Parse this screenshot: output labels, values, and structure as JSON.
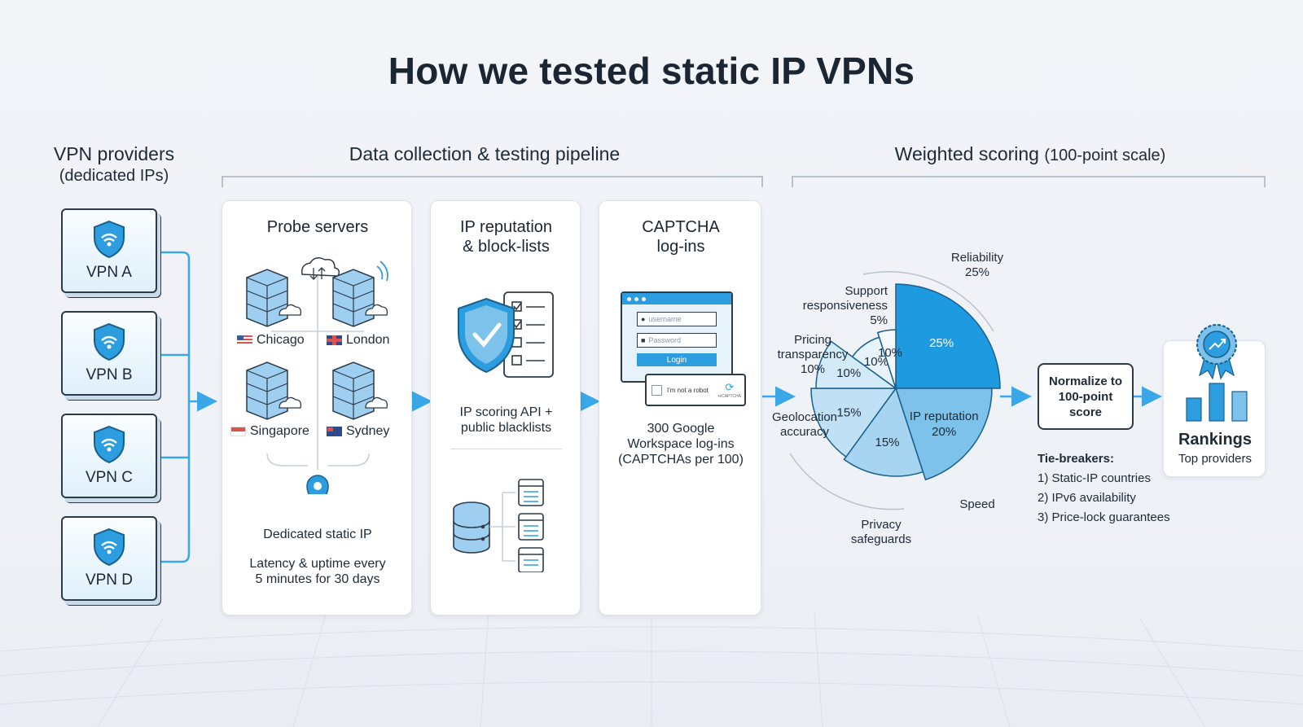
{
  "title": "How we tested static IP VPNs",
  "providers": {
    "heading": "VPN providers",
    "subheading": "(dedicated IPs)",
    "items": [
      "VPN A",
      "VPN B",
      "VPN C",
      "VPN D"
    ]
  },
  "pipeline": {
    "heading": "Data collection & testing pipeline",
    "probe": {
      "title": "Probe servers",
      "cities": [
        "Chicago",
        "London",
        "Singapore",
        "Sydney"
      ],
      "pin_label": "Dedicated static IP",
      "caption_line1": "Latency & uptime every",
      "caption_line2": "5 minutes for 30 days"
    },
    "reputation": {
      "title_line1": "IP reputation",
      "title_line2": "& block-lists",
      "caption_line1": "IP scoring API +",
      "caption_line2": "public blacklists"
    },
    "captcha": {
      "title_line1": "CAPTCHA",
      "title_line2": "log-ins",
      "username_placeholder": "username",
      "password_placeholder": "Password",
      "login_button": "Login",
      "robot_text": "I'm not a robot",
      "recaptcha": "reCAPTCHA",
      "caption_line1": "300 Google",
      "caption_line2": "Workspace log-ins",
      "caption_line3": "(CAPTCHAs per 100)"
    }
  },
  "scoring": {
    "heading": "Weighted scoring",
    "heading_suffix": "(100-point scale)",
    "normalize_line1": "Normalize to",
    "normalize_line2": "100-point",
    "normalize_line3": "score",
    "rankings_title": "Rankings",
    "rankings_subtitle": "Top providers",
    "tiebreak_heading": "Tie-breakers:",
    "tiebreakers": [
      "1) Static-IP countries",
      "2) IPv6 availability",
      "3) Price-lock guarantees"
    ]
  },
  "chart_data": {
    "type": "pie",
    "slices": [
      {
        "label": "Reliability",
        "value": 25,
        "text": "25%",
        "outer_label_lines": [
          "Reliability",
          "25%"
        ],
        "color": "#1e9be0"
      },
      {
        "label": "IP reputation",
        "value": 20,
        "text": "20%",
        "outer_label_lines": [],
        "color": "#7cc2ea"
      },
      {
        "label": "Speed",
        "value": 15,
        "text": "15%",
        "outer_label_lines": [
          "Speed"
        ],
        "color": "#a6d4f1"
      },
      {
        "label": "Privacy safeguards",
        "value": 15,
        "text": "15%",
        "outer_label_lines": [
          "Privacy",
          "safeguards"
        ],
        "color": "#bfe0f5"
      },
      {
        "label": "Geolocation accuracy",
        "value": 10,
        "text": "10%",
        "outer_label_lines": [
          "Geolocation",
          "accuracy"
        ],
        "color": "#d3eaf8"
      },
      {
        "label": "Pricing transparency",
        "value": 10,
        "text": "10%",
        "outer_label_lines": [
          "Pricing",
          "transparency",
          "10%"
        ],
        "color": "#e7f3fb"
      },
      {
        "label": "Support responsiveness",
        "value": 5,
        "text": "10%",
        "outer_label_lines": [
          "Support",
          "responsiveness",
          "5%"
        ],
        "color": "#f4f9fd"
      }
    ],
    "inner_label": "IP reputation",
    "inner_label_value": "20%"
  },
  "colors": {
    "accent": "#1e9be0",
    "arrow": "#3aa7e6",
    "dark": "#2d3a48"
  }
}
